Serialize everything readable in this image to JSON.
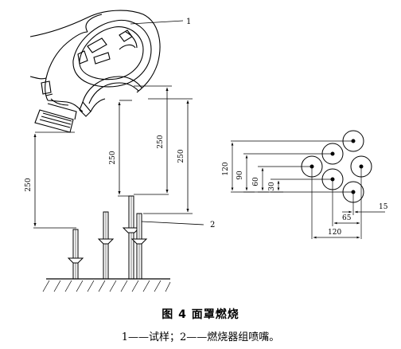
{
  "figure": {
    "title": "图 4  面罩燃烧",
    "legend": "1——试样；2——燃烧器组喷嘴。"
  },
  "callouts": {
    "specimen": "1",
    "burner_nozzles": "2"
  },
  "dimensions_left": {
    "nozzle_to_mask_left": "250",
    "center_nozzle_height": "250",
    "center_to_visor": "250",
    "right_nozzle_height": "250"
  },
  "dimensions_right": {
    "v_120": "120",
    "v_90": "90",
    "v_60": "60",
    "v_30": "30",
    "h_15": "15",
    "h_65": "65",
    "h_120": "120"
  }
}
